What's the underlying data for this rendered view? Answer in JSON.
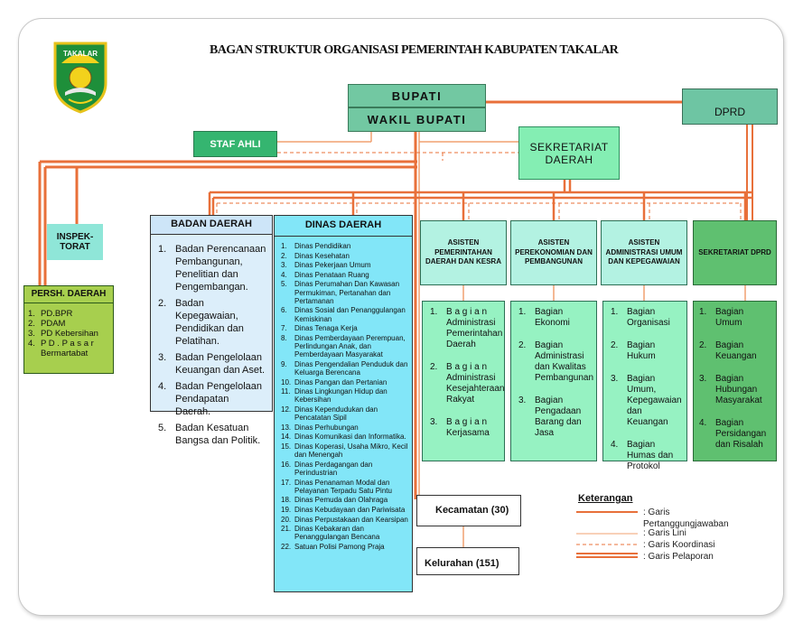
{
  "title": "BAGAN STRUKTUR ORGANISASI PEMERINTAH KABUPATEN TAKALAR",
  "logo": {
    "text": "TAKALAR",
    "icon": "takalar-emblem-icon"
  },
  "bupati": "BUPATI",
  "wakil_bupati": "WAKIL BUPATI",
  "dprd": "DPRD",
  "staf_ahli": "STAF AHLI",
  "sekretariat_daerah": {
    "line1": "SEKRETARIAT",
    "line2": "DAERAH"
  },
  "inspektorat": {
    "line1": "INSPEK-",
    "line2": "TORAT"
  },
  "persh_daerah": {
    "title": "PERSH. DAERAH",
    "items": [
      {
        "n": "1.",
        "text": "PD.BPR"
      },
      {
        "n": "2.",
        "text": "PDAM"
      },
      {
        "n": "3.",
        "text": "PD Kebersihan"
      },
      {
        "n": "4.",
        "text": "P D . P a s a r Bermartabat"
      }
    ]
  },
  "badan_daerah": {
    "title": "BADAN DAERAH",
    "items": [
      {
        "n": "1.",
        "text": "Badan Perencanaan Pembangunan, Penelitian dan Pengembangan."
      },
      {
        "n": "2.",
        "text": "Badan Kepegawaian, Pendidikan dan Pelatihan."
      },
      {
        "n": "3.",
        "text": "Badan Pengelolaan Keuangan dan Aset."
      },
      {
        "n": "4.",
        "text": "Badan Pengelolaan Pendapatan Daerah."
      },
      {
        "n": "5.",
        "text": "Badan Kesatuan Bangsa dan Politik."
      }
    ]
  },
  "dinas_daerah": {
    "title": "DINAS DAERAH",
    "items": [
      {
        "n": "1.",
        "text": "Dinas Pendidikan"
      },
      {
        "n": "2.",
        "text": "Dinas Kesehatan"
      },
      {
        "n": "3.",
        "text": "Dinas Pekerjaan Umum"
      },
      {
        "n": "4.",
        "text": "Dinas Penataan Ruang"
      },
      {
        "n": "5.",
        "text": "Dinas Perumahan Dan Kawasan Permukiman, Pertanahan dan Pertamanan"
      },
      {
        "n": "6.",
        "text": "Dinas Sosial dan Penanggulangan Kemiskinan"
      },
      {
        "n": "7.",
        "text": "Dinas Tenaga Kerja"
      },
      {
        "n": "8.",
        "text": "Dinas Pemberdayaan Perempuan, Perlindungan Anak, dan Pemberdayaan Masyarakat"
      },
      {
        "n": "9.",
        "text": "Dinas Pengendalian Penduduk dan Keluarga Berencana"
      },
      {
        "n": "10.",
        "text": "Dinas Pangan dan Pertanian"
      },
      {
        "n": "11.",
        "text": "Dinas Lingkungan Hidup dan Kebersihan"
      },
      {
        "n": "12.",
        "text": "Dinas Kependudukan dan Pencatatan Sipil"
      },
      {
        "n": "13.",
        "text": "Dinas Perhubungan"
      },
      {
        "n": "14.",
        "text": "Dinas Komunikasi dan Informatika."
      },
      {
        "n": "15.",
        "text": "Dinas Koperasi, Usaha Mikro, Kecil dan Menengah"
      },
      {
        "n": "16.",
        "text": "Dinas Perdagangan dan Perindustrian"
      },
      {
        "n": "17.",
        "text": "Dinas Penanaman Modal dan Pelayanan Terpadu Satu Pintu"
      },
      {
        "n": "18.",
        "text": "Dinas Pemuda dan Olahraga"
      },
      {
        "n": "19.",
        "text": "Dinas Kebudayaan dan Pariwisata"
      },
      {
        "n": "20.",
        "text": "Dinas Perpustakaan dan Kearsipan"
      },
      {
        "n": "21.",
        "text": "Dinas Kebakaran dan Penanggulangan Bencana"
      },
      {
        "n": "22.",
        "text": "Satuan Polisi Pamong Praja"
      }
    ]
  },
  "asisten1": {
    "title": "ASISTEN PEMERINTAHAN DAERAH DAN KESRA",
    "items": [
      {
        "n": "1.",
        "text": "B a g i a n Administrasi Pemerintahan Daerah"
      },
      {
        "n": "2.",
        "text": "B a g i a n Administrasi Kesejahteraan Rakyat"
      },
      {
        "n": "3.",
        "text": "B a g i a n Kerjasama"
      }
    ]
  },
  "asisten2": {
    "title": "ASISTEN PEREKONOMIAN DAN PEMBANGUNAN",
    "items": [
      {
        "n": "1.",
        "text": "Bagian Ekonomi"
      },
      {
        "n": "2.",
        "text": "Bagian Administrasi dan Kwalitas Pembangunan"
      },
      {
        "n": "3.",
        "text": "Bagian Pengadaan Barang dan Jasa"
      }
    ]
  },
  "asisten3": {
    "title": "ASISTEN ADMINISTRASI UMUM DAN KEPEGAWAIAN",
    "items": [
      {
        "n": "1.",
        "text": "Bagian Organisasi"
      },
      {
        "n": "2.",
        "text": "Bagian Hukum"
      },
      {
        "n": "3.",
        "text": "Bagian Umum, Kepegawaian dan Keuangan"
      },
      {
        "n": "4.",
        "text": "Bagian Humas dan Protokol"
      }
    ]
  },
  "sekretariat_dprd": {
    "title": "SEKRETARIAT DPRD",
    "items": [
      {
        "n": "1.",
        "text": "Bagian Umum"
      },
      {
        "n": "2.",
        "text": "Bagian Keuangan"
      },
      {
        "n": "3.",
        "text": "Bagian Hubungan Masyarakat"
      },
      {
        "n": "4.",
        "text": "Bagian Persidangan dan Risalah"
      }
    ]
  },
  "kecamatan": "Kecamatan (30)",
  "kelurahan": "Kelurahan (151)",
  "legend": {
    "title": "Keterangan",
    "items": [
      {
        "label": ": Garis Pertanggungjawaban",
        "style": "solid-medium"
      },
      {
        "label": ": Garis Lini",
        "style": "solid-thin"
      },
      {
        "label": ": Garis Koordinasi",
        "style": "dashed"
      },
      {
        "label": ": Garis Pelaporan",
        "style": "double"
      }
    ]
  },
  "colors": {
    "line": "#e8703a",
    "line_light": "#f0a070",
    "bupati_fill": "#72c8a2",
    "dprd_fill": "#6ec5a3",
    "sekda_fill": "#84eeb3",
    "asisten_fill": "#b3f2e2",
    "bagian_fill": "#96f2c2",
    "sek_dprd_fill": "#5fc070",
    "badan_header": "#cde5f8",
    "badan_body": "#dceefa",
    "dinas_fill": "#82e6f8",
    "persh_fill": "#a7cf4e",
    "inspek_fill": "#8fe6d8"
  }
}
